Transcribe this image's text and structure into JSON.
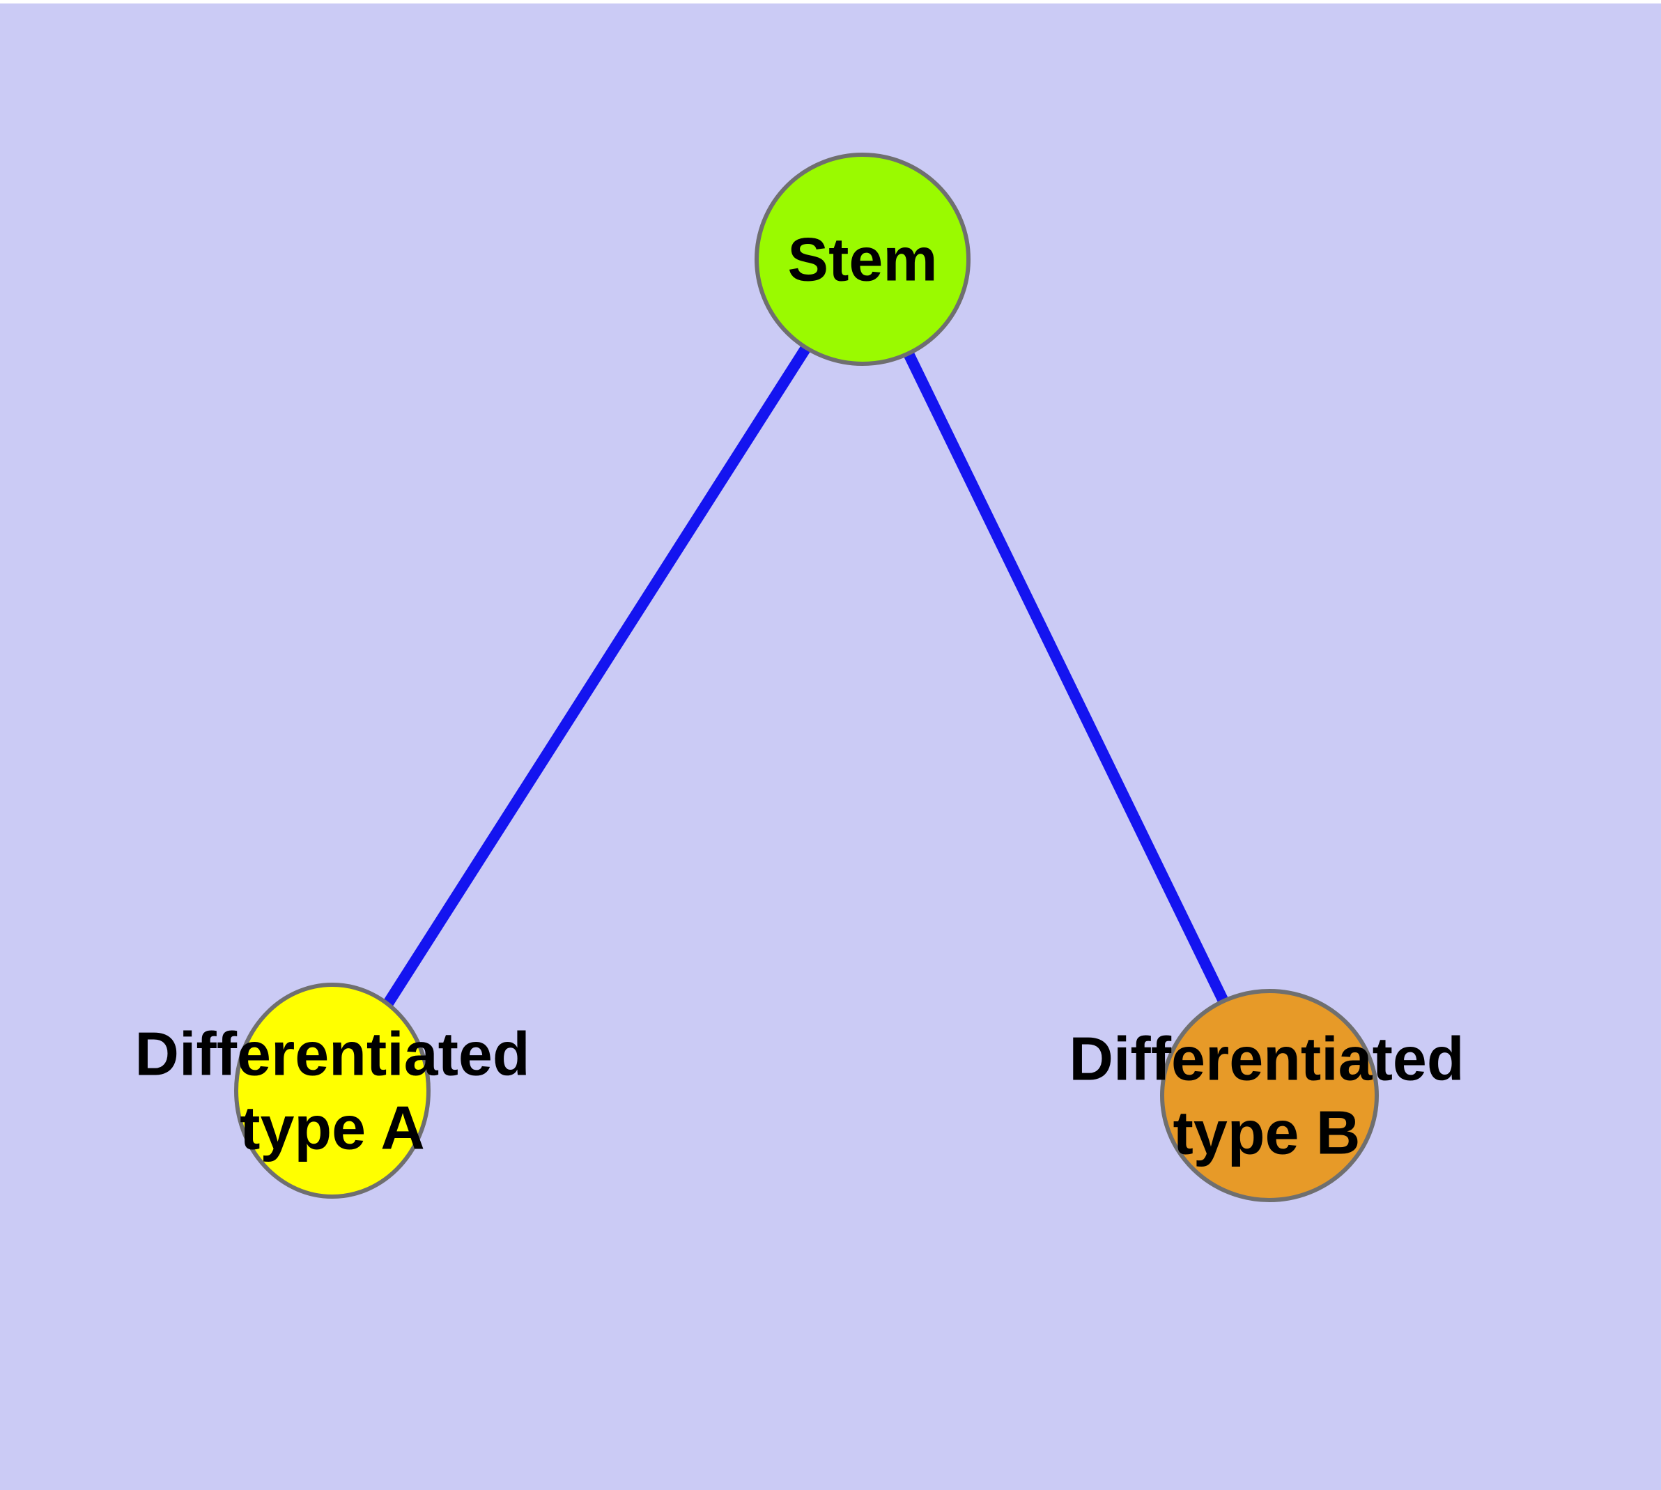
{
  "diagram": {
    "background_color": "#CBCBF5",
    "top_strip_color": "#FFFFFF",
    "edge_color": "#1414F0",
    "node_border_color": "#6F6F6F",
    "text_color": "#000000",
    "nodes": [
      {
        "id": "stem",
        "label": "Stem",
        "fill": "#9AFA00"
      },
      {
        "id": "typeA",
        "label_line1": "Differentiated",
        "label_line2": "type A",
        "fill": "#FFFF00"
      },
      {
        "id": "typeB",
        "label_line1": "Differentiated",
        "label_line2": "type B",
        "fill": "#E79A28"
      }
    ],
    "edges": [
      {
        "from": "Stem",
        "to": "Differentiated type A"
      },
      {
        "from": "Stem",
        "to": "Differentiated type B"
      }
    ]
  }
}
